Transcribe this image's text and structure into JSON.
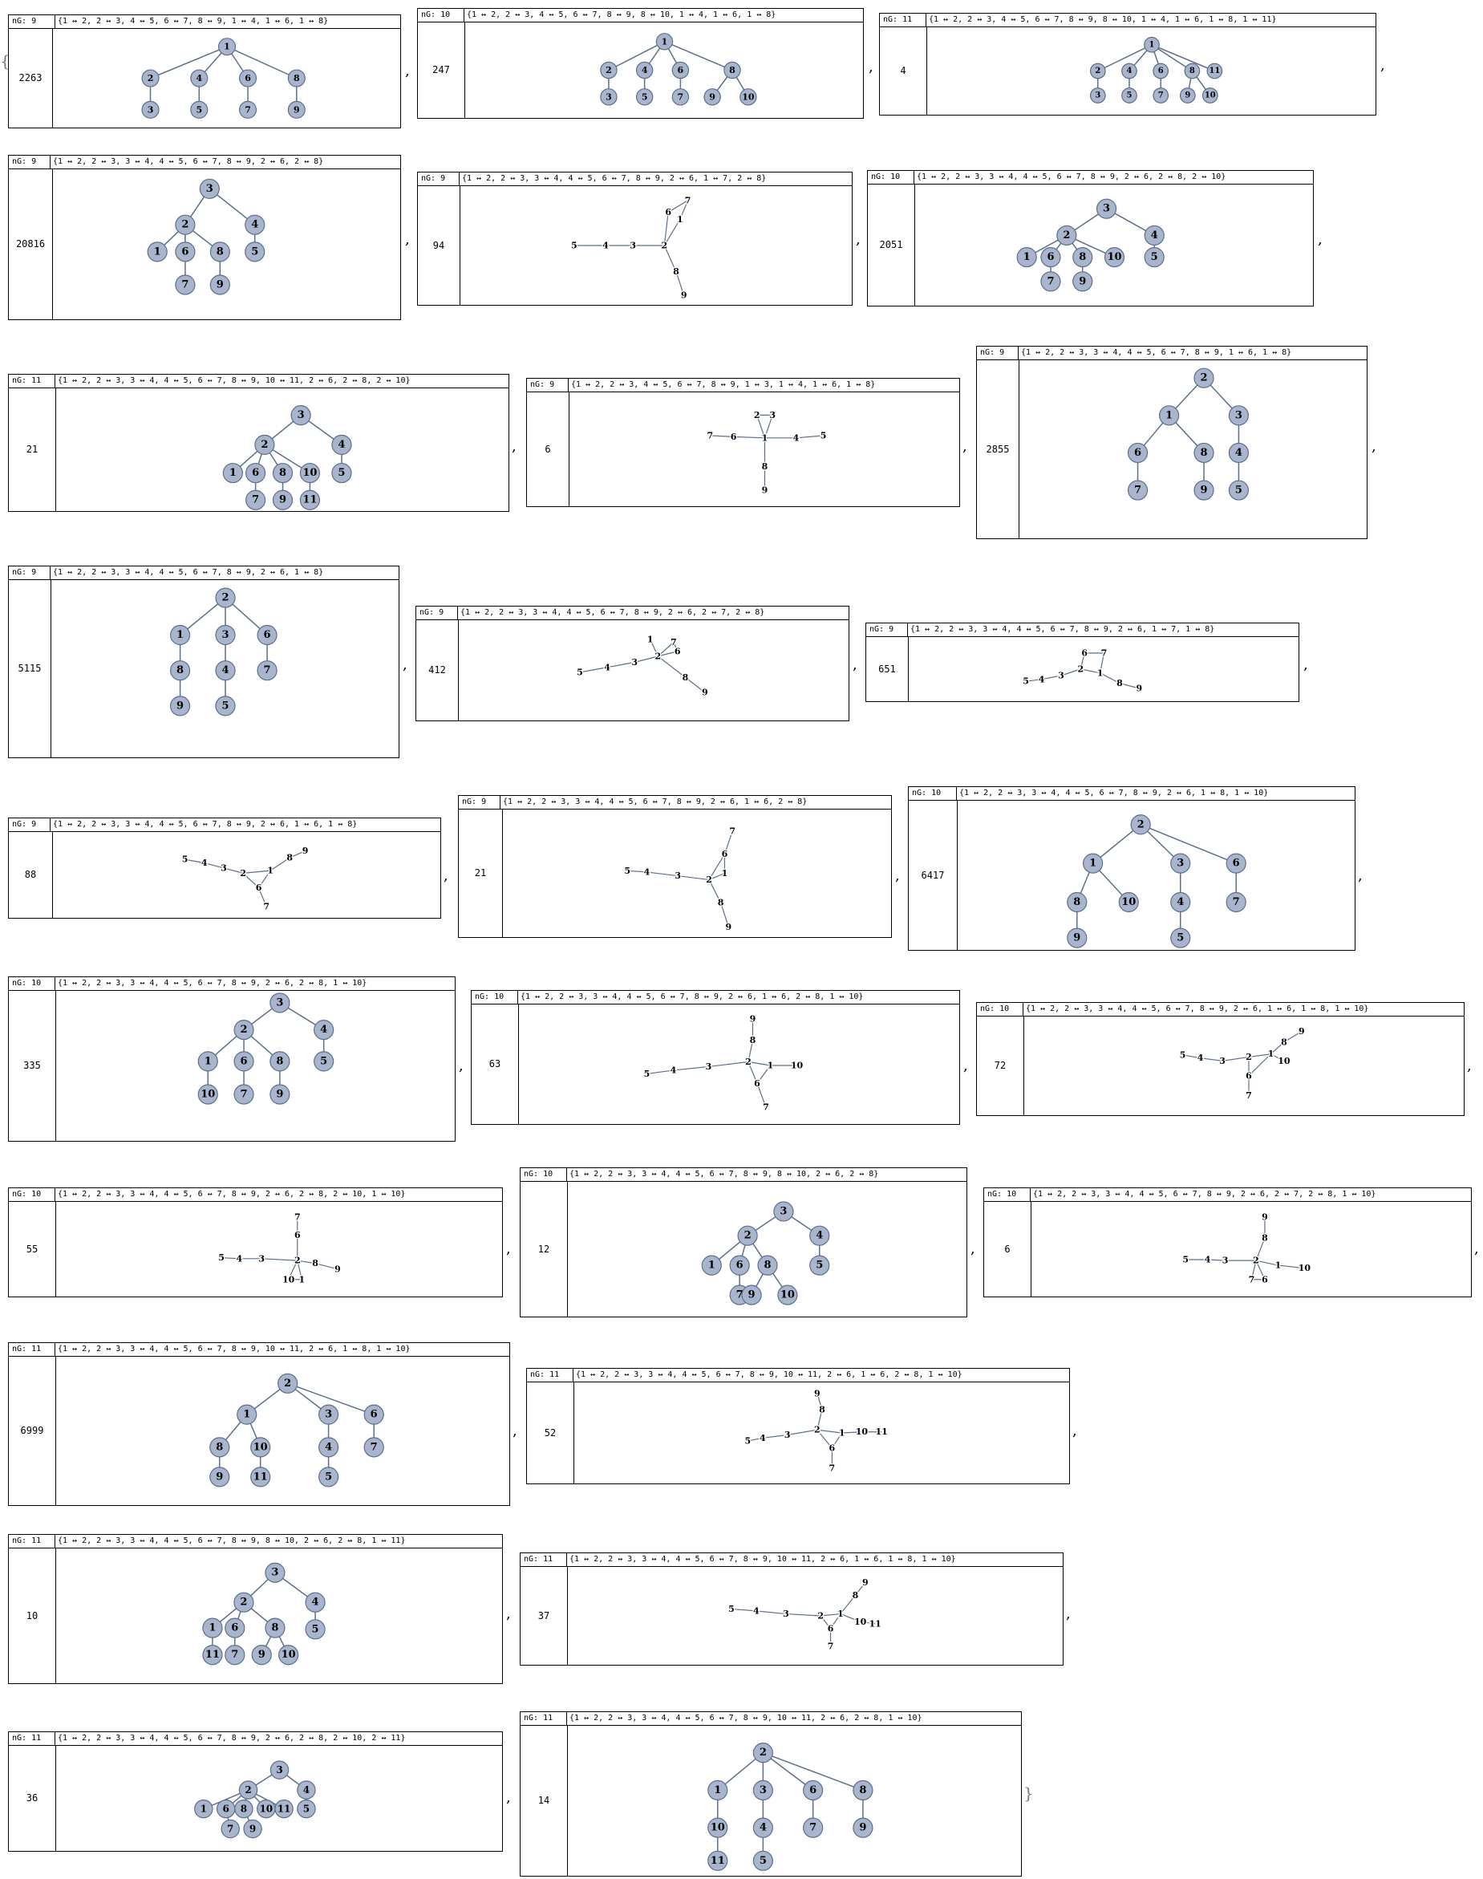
{
  "open_brace": "{",
  "close_brace": "}",
  "separator": ",",
  "ng_prefix": "nG: ",
  "node_color": "#a9b5cc",
  "edge_color": "#5b6f8c",
  "graphs": [
    {
      "n": 9,
      "count": "2263",
      "edges": "{1 ↔ 2, 2 ↔ 3, 4 ↔ 5, 6 ↔ 7, 8 ↔ 9, 1 ↔ 4, 1 ↔ 6, 1 ↔ 8}",
      "nG": "9",
      "style": "tree"
    },
    {
      "n": 10,
      "count": "247",
      "edges": "{1 ↔ 2, 2 ↔ 3, 4 ↔ 5, 6 ↔ 7, 8 ↔ 9, 8 ↔ 10, 1 ↔ 4, 1 ↔ 6, 1 ↔ 8}",
      "nG": "10",
      "style": "tree"
    },
    {
      "n": 11,
      "count": "4",
      "edges": "{1 ↔ 2, 2 ↔ 3, 4 ↔ 5, 6 ↔ 7, 8 ↔ 9, 8 ↔ 10, 1 ↔ 4, 1 ↔ 6, 1 ↔ 8, 1 ↔ 11}",
      "nG": "11",
      "style": "tree"
    },
    {
      "n": 9,
      "count": "20816",
      "edges": "{1 ↔ 2, 2 ↔ 3, 3 ↔ 4, 4 ↔ 5, 6 ↔ 7, 8 ↔ 9, 2 ↔ 6, 2 ↔ 8}",
      "nG": "9",
      "style": "tree"
    },
    {
      "n": 9,
      "count": "94",
      "edges": "{1 ↔ 2, 2 ↔ 3, 3 ↔ 4, 4 ↔ 5, 6 ↔ 7, 8 ↔ 9, 2 ↔ 6, 1 ↔ 7, 2 ↔ 8}",
      "nG": "9",
      "style": "spring"
    },
    {
      "n": 10,
      "count": "2051",
      "edges": "{1 ↔ 2, 2 ↔ 3, 3 ↔ 4, 4 ↔ 5, 6 ↔ 7, 8 ↔ 9, 2 ↔ 6, 2 ↔ 8, 2 ↔ 10}",
      "nG": "10",
      "style": "tree"
    },
    {
      "n": 11,
      "count": "21",
      "edges": "{1 ↔ 2, 2 ↔ 3, 3 ↔ 4, 4 ↔ 5, 6 ↔ 7, 8 ↔ 9, 10 ↔ 11, 2 ↔ 6, 2 ↔ 8, 2 ↔ 10}",
      "nG": "11",
      "style": "tree"
    },
    {
      "n": 9,
      "count": "6",
      "edges": "{1 ↔ 2, 2 ↔ 3, 4 ↔ 5, 6 ↔ 7, 8 ↔ 9, 1 ↔ 3, 1 ↔ 4, 1 ↔ 6, 1 ↔ 8}",
      "nG": "9",
      "style": "spring"
    },
    {
      "n": 9,
      "count": "2855",
      "edges": "{1 ↔ 2, 2 ↔ 3, 3 ↔ 4, 4 ↔ 5, 6 ↔ 7, 8 ↔ 9, 1 ↔ 6, 1 ↔ 8}",
      "nG": "9",
      "style": "tree"
    },
    {
      "n": 9,
      "count": "5115",
      "edges": "{1 ↔ 2, 2 ↔ 3, 3 ↔ 4, 4 ↔ 5, 6 ↔ 7, 8 ↔ 9, 2 ↔ 6, 1 ↔ 8}",
      "nG": "9",
      "style": "tree"
    },
    {
      "n": 9,
      "count": "412",
      "edges": "{1 ↔ 2, 2 ↔ 3, 3 ↔ 4, 4 ↔ 5, 6 ↔ 7, 8 ↔ 9, 2 ↔ 6, 2 ↔ 7, 2 ↔ 8}",
      "nG": "9",
      "style": "spring"
    },
    {
      "n": 9,
      "count": "651",
      "edges": "{1 ↔ 2, 2 ↔ 3, 3 ↔ 4, 4 ↔ 5, 6 ↔ 7, 8 ↔ 9, 2 ↔ 6, 1 ↔ 7, 1 ↔ 8}",
      "nG": "9",
      "style": "spring"
    },
    {
      "n": 9,
      "count": "88",
      "edges": "{1 ↔ 2, 2 ↔ 3, 3 ↔ 4, 4 ↔ 5, 6 ↔ 7, 8 ↔ 9, 2 ↔ 6, 1 ↔ 6, 1 ↔ 8}",
      "nG": "9",
      "style": "spring"
    },
    {
      "n": 9,
      "count": "21",
      "edges": "{1 ↔ 2, 2 ↔ 3, 3 ↔ 4, 4 ↔ 5, 6 ↔ 7, 8 ↔ 9, 2 ↔ 6, 1 ↔ 6, 2 ↔ 8}",
      "nG": "9",
      "style": "spring"
    },
    {
      "n": 10,
      "count": "6417",
      "edges": "{1 ↔ 2, 2 ↔ 3, 3 ↔ 4, 4 ↔ 5, 6 ↔ 7, 8 ↔ 9, 2 ↔ 6, 1 ↔ 8, 1 ↔ 10}",
      "nG": "10",
      "style": "tree"
    },
    {
      "n": 10,
      "count": "335",
      "edges": "{1 ↔ 2, 2 ↔ 3, 3 ↔ 4, 4 ↔ 5, 6 ↔ 7, 8 ↔ 9, 2 ↔ 6, 2 ↔ 8, 1 ↔ 10}",
      "nG": "10",
      "style": "tree"
    },
    {
      "n": 10,
      "count": "63",
      "edges": "{1 ↔ 2, 2 ↔ 3, 3 ↔ 4, 4 ↔ 5, 6 ↔ 7, 8 ↔ 9, 2 ↔ 6, 1 ↔ 6, 2 ↔ 8, 1 ↔ 10}",
      "nG": "10",
      "style": "spring"
    },
    {
      "n": 10,
      "count": "72",
      "edges": "{1 ↔ 2, 2 ↔ 3, 3 ↔ 4, 4 ↔ 5, 6 ↔ 7, 8 ↔ 9, 2 ↔ 6, 1 ↔ 6, 1 ↔ 8, 1 ↔ 10}",
      "nG": "10",
      "style": "spring"
    },
    {
      "n": 10,
      "count": "55",
      "edges": "{1 ↔ 2, 2 ↔ 3, 3 ↔ 4, 4 ↔ 5, 6 ↔ 7, 8 ↔ 9, 2 ↔ 6, 2 ↔ 8, 2 ↔ 10, 1 ↔ 10}",
      "nG": "10",
      "style": "spring"
    },
    {
      "n": 10,
      "count": "12",
      "edges": "{1 ↔ 2, 2 ↔ 3, 3 ↔ 4, 4 ↔ 5, 6 ↔ 7, 8 ↔ 9, 8 ↔ 10, 2 ↔ 6, 2 ↔ 8}",
      "nG": "10",
      "style": "tree"
    },
    {
      "n": 10,
      "count": "6",
      "edges": "{1 ↔ 2, 2 ↔ 3, 3 ↔ 4, 4 ↔ 5, 6 ↔ 7, 8 ↔ 9, 2 ↔ 6, 2 ↔ 7, 2 ↔ 8, 1 ↔ 10}",
      "nG": "10",
      "style": "spring"
    },
    {
      "n": 11,
      "count": "6999",
      "edges": "{1 ↔ 2, 2 ↔ 3, 3 ↔ 4, 4 ↔ 5, 6 ↔ 7, 8 ↔ 9, 10 ↔ 11, 2 ↔ 6, 1 ↔ 8, 1 ↔ 10}",
      "nG": "11",
      "style": "tree"
    },
    {
      "n": 11,
      "count": "52",
      "edges": "{1 ↔ 2, 2 ↔ 3, 3 ↔ 4, 4 ↔ 5, 6 ↔ 7, 8 ↔ 9, 10 ↔ 11, 2 ↔ 6, 1 ↔ 6, 2 ↔ 8, 1 ↔ 10}",
      "nG": "11",
      "style": "spring"
    },
    {
      "n": 11,
      "count": "10",
      "edges": "{1 ↔ 2, 2 ↔ 3, 3 ↔ 4, 4 ↔ 5, 6 ↔ 7, 8 ↔ 9, 8 ↔ 10, 2 ↔ 6, 2 ↔ 8, 1 ↔ 11}",
      "nG": "11",
      "style": "tree"
    },
    {
      "n": 11,
      "count": "37",
      "edges": "{1 ↔ 2, 2 ↔ 3, 3 ↔ 4, 4 ↔ 5, 6 ↔ 7, 8 ↔ 9, 10 ↔ 11, 2 ↔ 6, 1 ↔ 6, 1 ↔ 8, 1 ↔ 10}",
      "nG": "11",
      "style": "spring"
    },
    {
      "n": 11,
      "count": "36",
      "edges": "{1 ↔ 2, 2 ↔ 3, 3 ↔ 4, 4 ↔ 5, 6 ↔ 7, 8 ↔ 9, 2 ↔ 6, 2 ↔ 8, 2 ↔ 10, 2 ↔ 11}",
      "nG": "11",
      "style": "tree"
    },
    {
      "n": 11,
      "count": "14",
      "edges": "{1 ↔ 2, 2 ↔ 3, 3 ↔ 4, 4 ↔ 5, 6 ↔ 7, 8 ↔ 9, 10 ↔ 11, 2 ↔ 6, 2 ↔ 8, 1 ↔ 10}",
      "nG": "11",
      "style": "tree"
    }
  ]
}
